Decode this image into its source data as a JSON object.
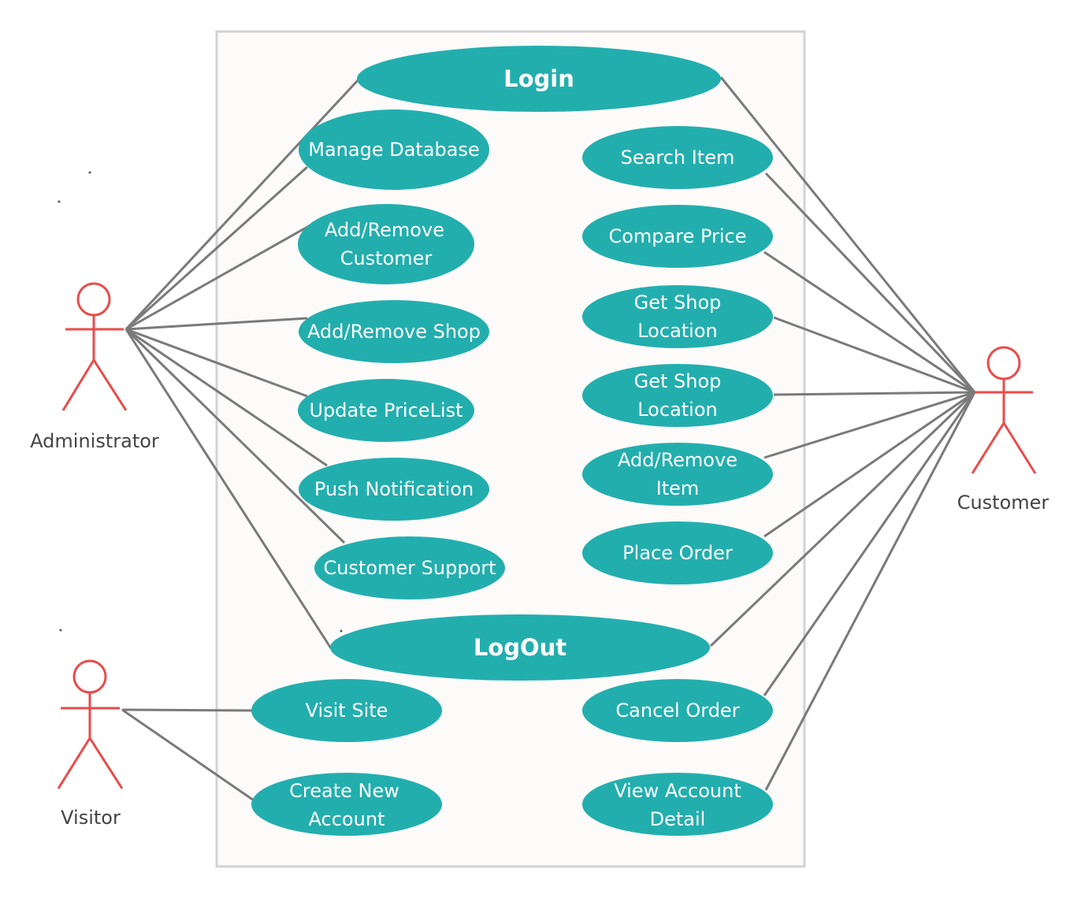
{
  "colors": {
    "usecase_fill": "#23aeae",
    "actor_stroke": "#e94b4b",
    "association_line": "#7a7a7a",
    "system_boundary_fill": "#fcfbfa",
    "system_boundary_stroke": "#d3d3d3"
  },
  "actors": {
    "administrator": "Administrator",
    "customer": "Customer",
    "visitor": "Visitor"
  },
  "use_cases": {
    "login": "Login",
    "logout": "LogOut",
    "manage_database": "Manage Database",
    "add_remove_customer": [
      "Add/Remove",
      "Customer"
    ],
    "add_remove_shop": "Add/Remove Shop",
    "update_pricelist": "Update PriceList",
    "push_notification": "Push Notification",
    "customer_support": "Customer Support",
    "search_item": "Search Item",
    "compare_price": "Compare Price",
    "get_shop_location_1": [
      "Get Shop",
      "Location"
    ],
    "get_shop_location_2": [
      "Get Shop",
      "Location"
    ],
    "add_remove_item": [
      "Add/Remove",
      "Item"
    ],
    "place_order": "Place Order",
    "cancel_order": "Cancel Order",
    "view_account_detail": [
      "View Account",
      "Detail"
    ],
    "visit_site": "Visit Site",
    "create_new_account": [
      "Create New",
      "Account"
    ]
  }
}
